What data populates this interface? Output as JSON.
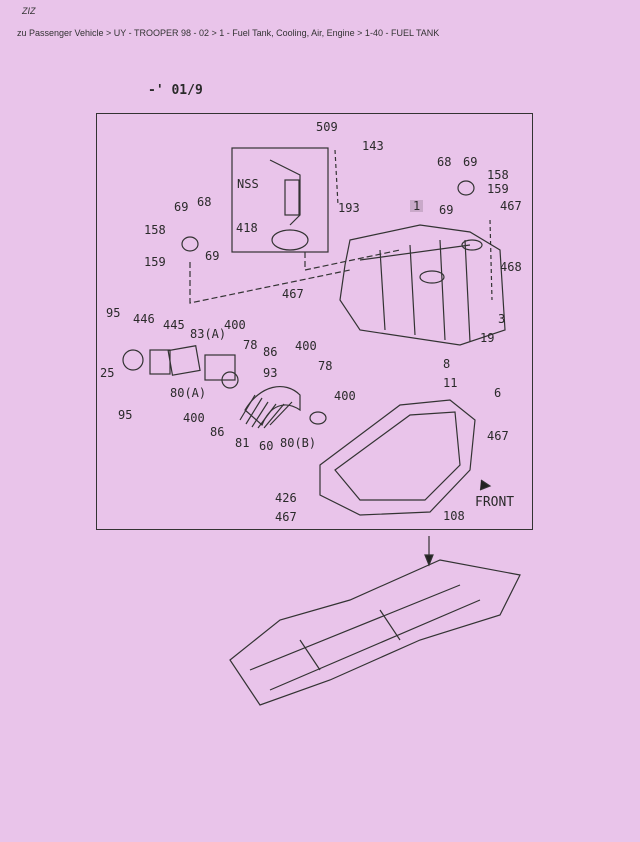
{
  "header": {
    "scribble": "ZIZ",
    "breadcrumb": "zu Passenger Vehicle > UY - TROOPER 98 - 02 > 1 - Fuel Tank, Cooling, Air, Engine > 1-40 - FUEL TANK",
    "diagram_code": "-' 01/9"
  },
  "callouts": [
    "509",
    "143",
    "68",
    "69",
    "158",
    "159",
    "1",
    "69",
    "467",
    "69",
    "68",
    "158",
    "159",
    "69",
    "NSS",
    "193",
    "418",
    "468",
    "467",
    "95",
    "446",
    "445",
    "83(A)",
    "400",
    "78",
    "86",
    "93",
    "80(A)",
    "400",
    "86",
    "81",
    "60",
    "80(B)",
    "400",
    "78",
    "400",
    "3",
    "19",
    "8",
    "11",
    "6",
    "467",
    "25",
    "95",
    "426",
    "467",
    "108",
    "FRONT"
  ]
}
